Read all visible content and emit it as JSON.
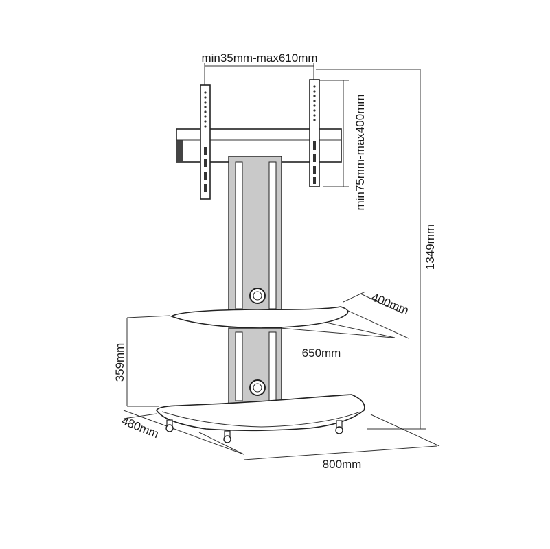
{
  "dimensions": {
    "bracket_width": "min35mm-max610mm",
    "bracket_height": "min75mm-max400mm",
    "total_height": "1349mm",
    "shelf_depth": "400mm",
    "shelf_width": "650mm",
    "shelf_height": "359mm",
    "base_depth": "480mm",
    "base_width": "800mm"
  }
}
